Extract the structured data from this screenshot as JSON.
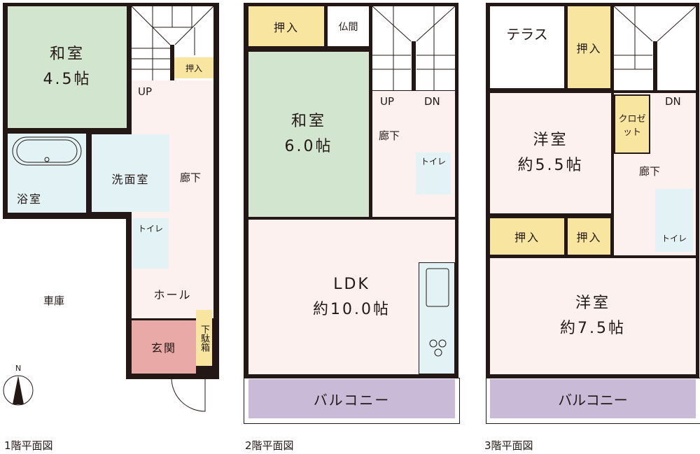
{
  "floor1": {
    "caption": "1階平面図",
    "washitsu": {
      "name": "和室",
      "size": "4.5帖"
    },
    "oshiire": "押入",
    "up": "UP",
    "bath": "浴室",
    "washroom": "洗面室",
    "corridor": "廊下",
    "toilet": "トイレ",
    "garage": "車庫",
    "hall": "ホール",
    "entrance": "玄関",
    "shoe_box": "下駄箱",
    "north": "N"
  },
  "floor2": {
    "caption": "2階平面図",
    "oshiire": "押入",
    "butsuma": "仏間",
    "washitsu": {
      "name": "和室",
      "size": "6.0帖"
    },
    "up": "UP",
    "dn": "DN",
    "corridor": "廊下",
    "toilet": "トイレ",
    "ldk": {
      "name": "LDK",
      "size": "約10.0帖"
    },
    "balcony": "バルコニー"
  },
  "floor3": {
    "caption": "3階平面図",
    "terrace": "テラス",
    "oshiire_top": "押入",
    "dn": "DN",
    "closet": "クロゼット",
    "youshitsu1": {
      "name": "洋室",
      "size": "約5.5帖"
    },
    "corridor": "廊下",
    "toilet": "トイレ",
    "oshiire_left": "押入",
    "oshiire_right": "押入",
    "youshitsu2": {
      "name": "洋室",
      "size": "約7.5帖"
    },
    "balcony": "バルコニー"
  },
  "colors": {
    "wall": "#231815",
    "tatami": "#d2e5cf",
    "floor": "#fdf1ef",
    "wet": "#e3f2f5",
    "storage": "#f8e59f",
    "balcony": "#c9bad8",
    "entrance": "#e8a9a7"
  }
}
